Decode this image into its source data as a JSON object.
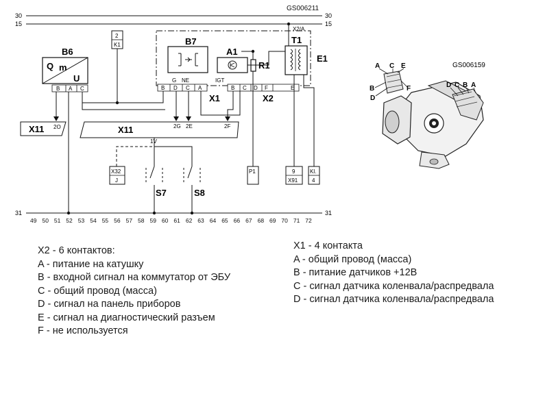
{
  "diagram": {
    "code_main": "GS006211",
    "code_photo": "GS006159",
    "bus_30": "30",
    "bus_15": "15",
    "bus_31": "31",
    "b6_label": "B6",
    "b6_q": "Q",
    "b6_m": "m",
    "b6_u": "U",
    "b6_pins": [
      "B",
      "A",
      "C"
    ],
    "b7_label": "B7",
    "b7_pins": [
      "G",
      "NE"
    ],
    "a1_label": "A1",
    "a1_pin": "IGT",
    "r1_label": "R1",
    "t1_label": "T1",
    "e1_label": "E1",
    "x2a_label": "X2/A",
    "x1_label": "X1",
    "x2_label": "X2",
    "x1_pins": [
      "B",
      "D",
      "C",
      "A"
    ],
    "x2_pins": [
      "B",
      "C",
      "D",
      "F",
      "E"
    ],
    "k1_box": [
      "2",
      "K1"
    ],
    "x11_left_label": "X11",
    "x11_left_pin": "2O",
    "x11_main_label": "X11",
    "x11_pin_1v": "1V",
    "x11_pins": [
      "2G",
      "2E",
      "2F"
    ],
    "x32_box": [
      "X32",
      "J"
    ],
    "s7_label": "S7",
    "s8_label": "S8",
    "p1_box": [
      "P1"
    ],
    "x91_box": [
      "9",
      "X91"
    ],
    "kl_box": [
      "Kl.",
      "4"
    ],
    "photo_left_letters": [
      "A",
      "C",
      "E",
      "B",
      "F",
      "D"
    ],
    "photo_right_letters": [
      "D",
      "C",
      "B",
      "A"
    ],
    "scale_numbers": [
      "49",
      "50",
      "51",
      "52",
      "53",
      "54",
      "55",
      "56",
      "57",
      "58",
      "59",
      "60",
      "61",
      "62",
      "63",
      "64",
      "65",
      "66",
      "67",
      "68",
      "69",
      "70",
      "71",
      "72"
    ]
  },
  "legend_x2": {
    "title": "X2 - 6 контактов:",
    "items": [
      "A - питание на катушку",
      "B - входной сигнал на коммутатор от ЭБУ",
      "C - общий провод (масса)",
      "D - сигнал на панель приборов",
      "E - сигнал на диагностический разъем",
      "F - не используется"
    ]
  },
  "legend_x1": {
    "title": "X1 - 4 контакта",
    "items": [
      "A - общий провод (масса)",
      "B - питание датчиков +12В",
      "C - сигнал датчика коленвала/распредвала",
      "D - сигнал датчика коленвала/распредвала"
    ]
  }
}
